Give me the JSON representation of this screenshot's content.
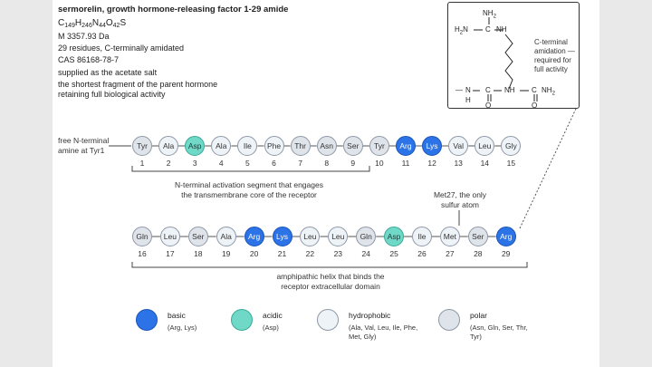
{
  "info": {
    "title": "sermorelin, growth hormone-releasing factor 1-29 amide",
    "formula_parts": [
      "C",
      "149",
      "H",
      "246",
      "N",
      "44",
      "O",
      "42",
      "S"
    ],
    "mass": "M 3357.93 Da",
    "residues_line": "29 residues, C-terminally amidated",
    "cas": "CAS 86168-78-7",
    "salt": "supplied as the acetate salt",
    "fragment_line1": "the shortest fragment of the parent hormone",
    "fragment_line2": "retaining full biological activity"
  },
  "annotations": {
    "n_terminal_line1": "free N-terminal",
    "n_terminal_line2": "amine at Tyr1",
    "segment1_line1": "N-terminal activation segment that engages",
    "segment1_line2": "the transmembrane core of the receptor",
    "met_line1": "Met27, the only",
    "met_line2": "sulfur atom",
    "segment2_line1": "amphipathic helix that binds the",
    "segment2_line2": "receptor extracellular domain"
  },
  "residues": [
    {
      "num": "1",
      "name": "Tyr",
      "type": "polar"
    },
    {
      "num": "2",
      "name": "Ala",
      "type": "hydrophobic"
    },
    {
      "num": "3",
      "name": "Asp",
      "type": "acidic"
    },
    {
      "num": "4",
      "name": "Ala",
      "type": "hydrophobic"
    },
    {
      "num": "5",
      "name": "Ile",
      "type": "hydrophobic"
    },
    {
      "num": "6",
      "name": "Phe",
      "type": "hydrophobic"
    },
    {
      "num": "7",
      "name": "Thr",
      "type": "polar"
    },
    {
      "num": "8",
      "name": "Asn",
      "type": "polar"
    },
    {
      "num": "9",
      "name": "Ser",
      "type": "polar"
    },
    {
      "num": "10",
      "name": "Tyr",
      "type": "polar"
    },
    {
      "num": "11",
      "name": "Arg",
      "type": "basic"
    },
    {
      "num": "12",
      "name": "Lys",
      "type": "basic"
    },
    {
      "num": "13",
      "name": "Val",
      "type": "hydrophobic"
    },
    {
      "num": "14",
      "name": "Leu",
      "type": "hydrophobic"
    },
    {
      "num": "15",
      "name": "Gly",
      "type": "hydrophobic"
    },
    {
      "num": "16",
      "name": "Gln",
      "type": "polar"
    },
    {
      "num": "17",
      "name": "Leu",
      "type": "hydrophobic"
    },
    {
      "num": "18",
      "name": "Ser",
      "type": "polar"
    },
    {
      "num": "19",
      "name": "Ala",
      "type": "hydrophobic"
    },
    {
      "num": "20",
      "name": "Arg",
      "type": "basic"
    },
    {
      "num": "21",
      "name": "Lys",
      "type": "basic"
    },
    {
      "num": "22",
      "name": "Leu",
      "type": "hydrophobic"
    },
    {
      "num": "23",
      "name": "Leu",
      "type": "hydrophobic"
    },
    {
      "num": "24",
      "name": "Gln",
      "type": "polar"
    },
    {
      "num": "25",
      "name": "Asp",
      "type": "acidic"
    },
    {
      "num": "26",
      "name": "Ile",
      "type": "hydrophobic"
    },
    {
      "num": "27",
      "name": "Met",
      "type": "hydrophobic"
    },
    {
      "num": "28",
      "name": "Ser",
      "type": "polar"
    },
    {
      "num": "29",
      "name": "Arg",
      "type": "basic"
    }
  ],
  "legend": [
    {
      "type": "basic",
      "label": "basic",
      "detail": [
        "(Arg, Lys)"
      ]
    },
    {
      "type": "acidic",
      "label": "acidic",
      "detail": [
        "(Asp)"
      ]
    },
    {
      "type": "hydrophobic",
      "label": "hydrophobic",
      "detail": [
        "(Ala, Val, Leu, Ile, Phe,",
        "Met, Gly)"
      ]
    },
    {
      "type": "polar",
      "label": "polar",
      "detail": [
        "(Asn, Gln, Ser, Thr,",
        "Tyr)"
      ]
    }
  ],
  "zoom": {
    "nh2_top": "NH",
    "nh2_top_sub": "2",
    "h2n": "H",
    "h2n_sub": "2",
    "h2n_rest": "N",
    "c_mid": "C",
    "nh_right": "NH",
    "note_line1": "C-terminal",
    "note_line2": "amidation —",
    "note_line3": "required for",
    "note_line4": "full activity",
    "backbone_n": "N",
    "backbone_h": "H",
    "backbone_c1": "C",
    "backbone_o1": "O",
    "backbone_c2": "C",
    "backbone_o2": "O",
    "backbone_nh": "NH",
    "amide_c": "C",
    "amide_nh2": "NH",
    "amide_nh2_sub": "2",
    "dash_left": "—",
    "dash_mid1": "—",
    "dash_mid2": "—",
    "dash_right": "—"
  },
  "colors": {
    "basic": "#2b73e6",
    "acidic": "#6fd8c7",
    "hydrophobic": "#eef3f8",
    "polar": "#dfe3ea"
  }
}
